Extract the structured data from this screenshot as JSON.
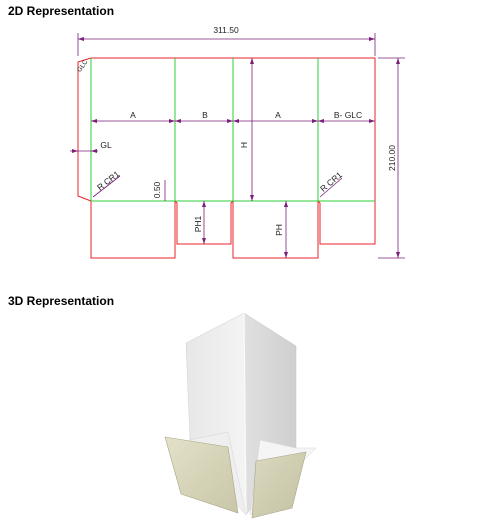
{
  "sections": {
    "two_d_title": "2D Representation",
    "three_d_title": "3D Representation"
  },
  "dimensions": {
    "overall_width": "311.50",
    "overall_height": "210.00",
    "panel_a_left": "A",
    "panel_b": "B",
    "panel_a_right": "A",
    "panel_b_glc": "B- GLC",
    "height_h": "H",
    "glue_lap": "GL",
    "radius_left": "R CR1",
    "radius_right": "R CR1",
    "small_offset": "0.50",
    "flap_ph1": "PH1",
    "flap_ph": "PH",
    "corner_note": "GLC"
  },
  "colors": {
    "cut_line": "#e8232b",
    "crease_line": "#2ecc3a",
    "dimension_line": "#7a1f7a",
    "panel_light": "#eeeeee",
    "panel_shade": "#d4d4d4",
    "flap_fill": "#d9d7bf"
  }
}
